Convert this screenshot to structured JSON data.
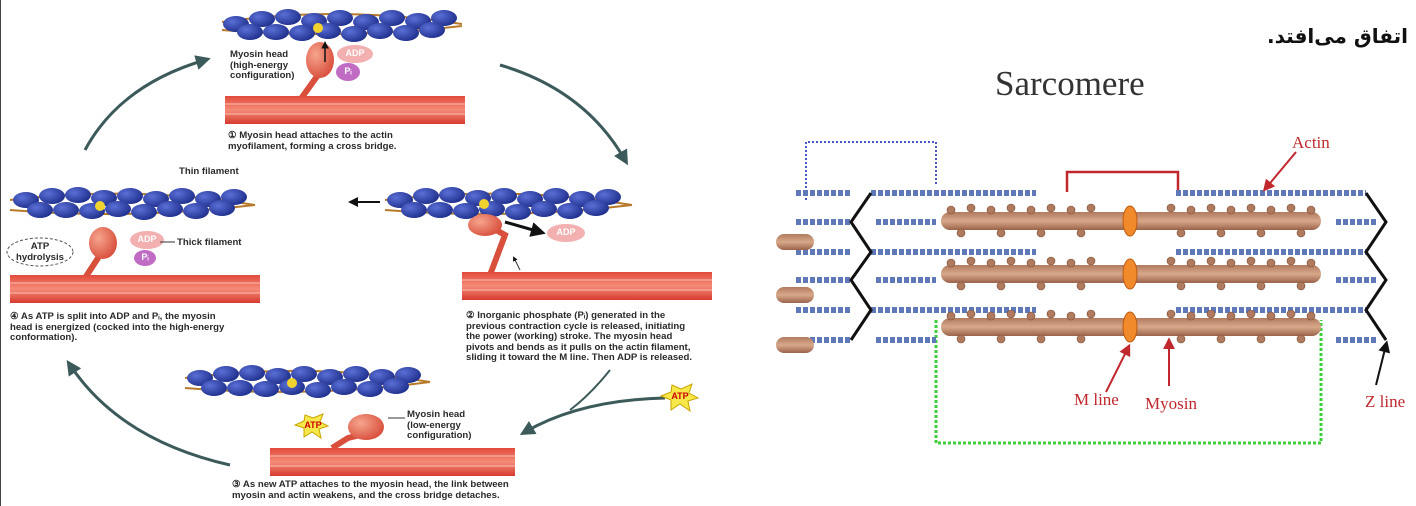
{
  "cycle": {
    "step1": "① Myosin head attaches to the actin\nmyofilament, forming a cross bridge.",
    "step2": "② Inorganic phosphate (Pᵢ) generated in the\nprevious contraction cycle is released, initiating\nthe power (working) stroke. The myosin head\npivots and bends as it pulls on the actin filament,\nsliding it toward the M line. Then ADP is released.",
    "step3": "③ As new ATP attaches to the myosin head, the link between\nmyosin and actin weakens, and the cross bridge detaches.",
    "step4": "④ As ATP is split into ADP and Pᵢ, the myosin\nhead is energized (cocked into the high-energy\nconformation).",
    "myosin_head_high": "Myosin head\n(high-energy\nconfiguration)",
    "myosin_head_low": "Myosin head\n(low-energy\nconfiguration)",
    "thin_filament": "Thin filament",
    "thick_filament": "Thick filament",
    "atp_hydrolysis": "ATP\nhydrolysis",
    "adp": "ADP",
    "pi": "Pᵢ",
    "atp": "ATP"
  },
  "sarcomere": {
    "title": "Sarcomere",
    "actin": "Actin",
    "m_line": "M line",
    "myosin": "Myosin",
    "z_line": "Z line"
  },
  "persian_text": "اتفاق می‌افتد."
}
